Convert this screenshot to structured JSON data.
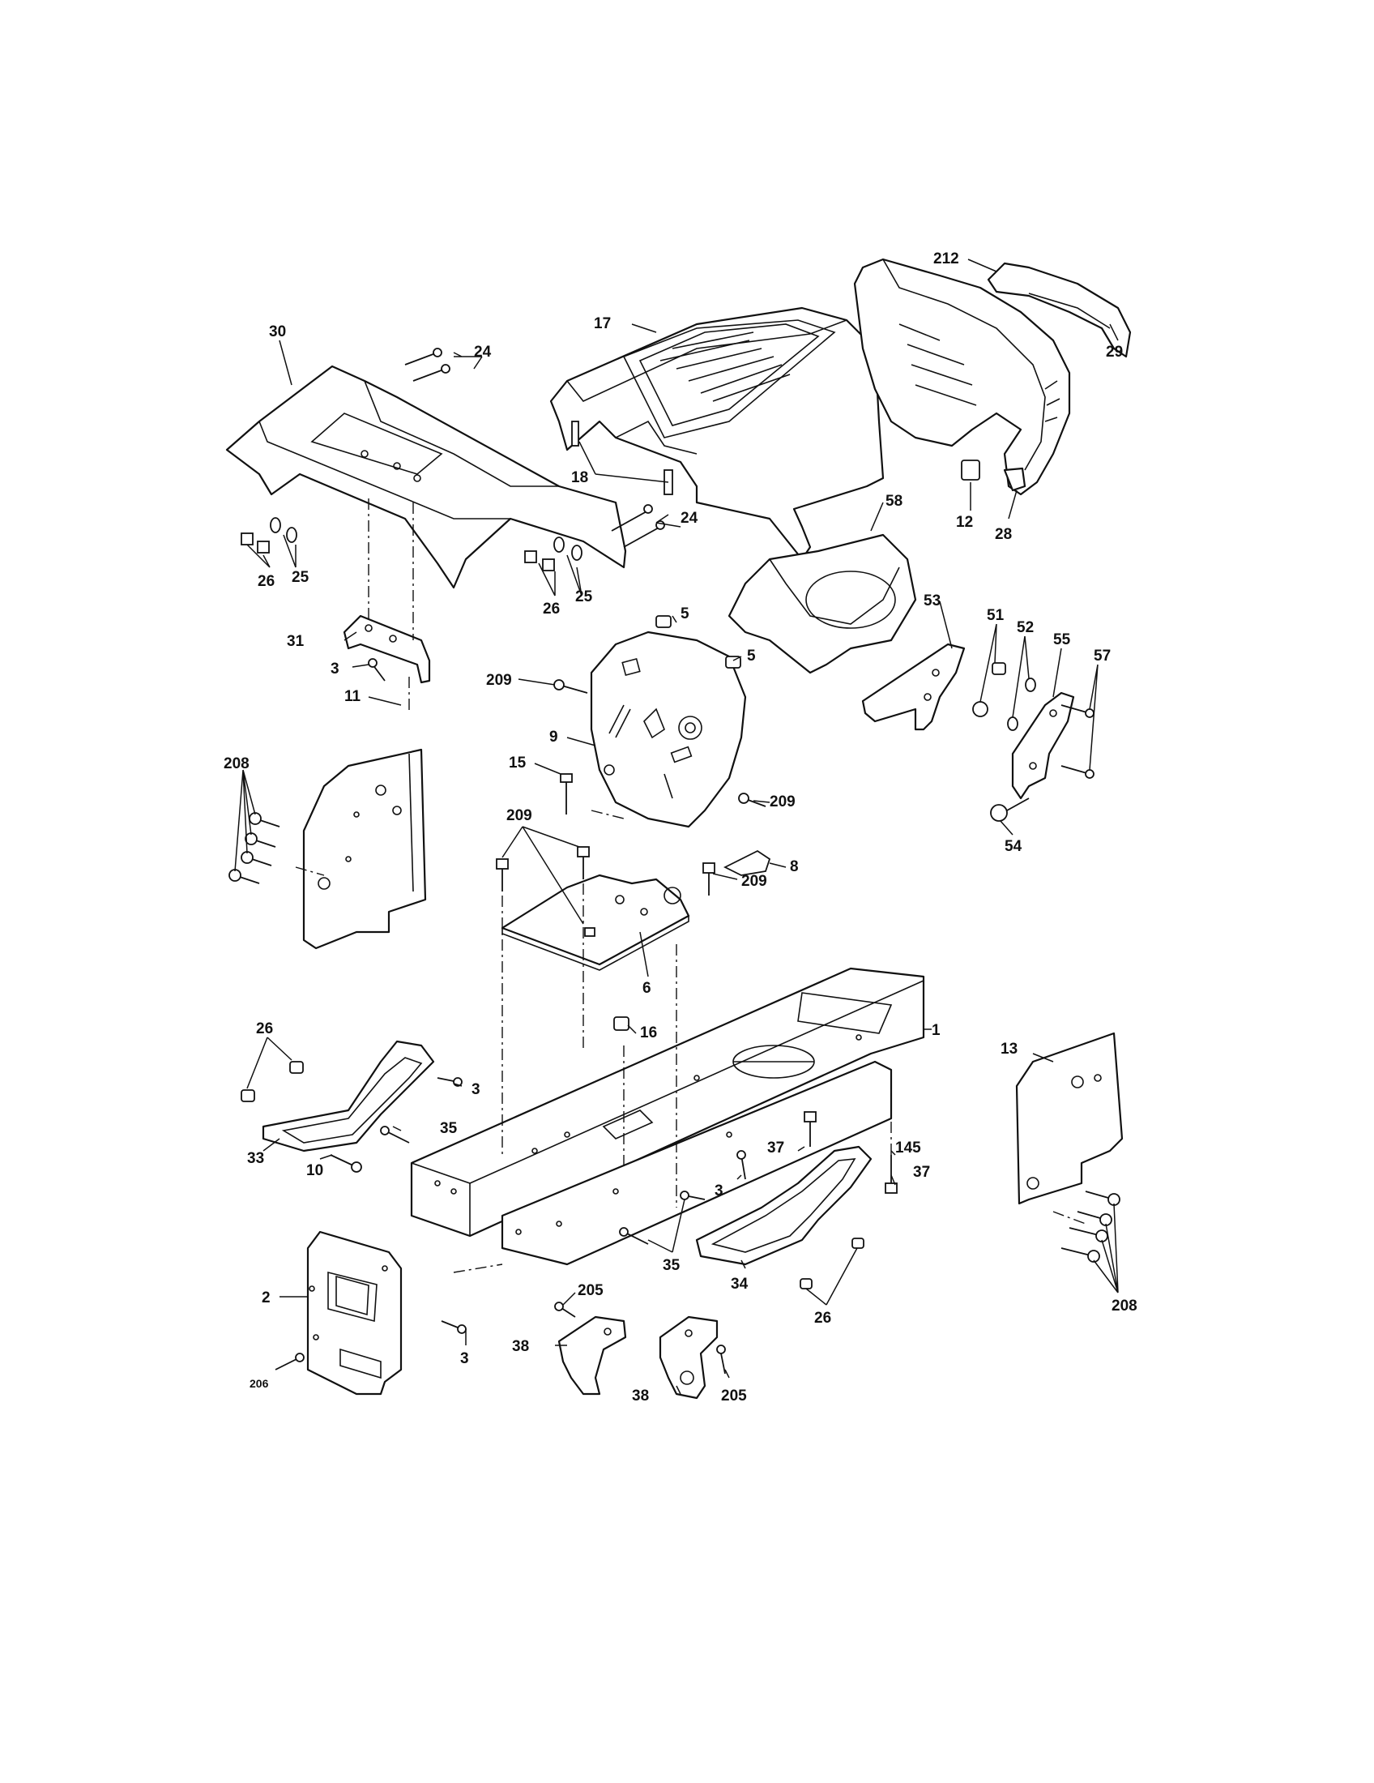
{
  "callouts": {
    "c30": "30",
    "c24a": "24",
    "c17": "17",
    "c212": "212",
    "c29": "29",
    "c18": "18",
    "c24b": "24",
    "c58": "58",
    "c12": "12",
    "c28": "28",
    "c26a": "26",
    "c25a": "25",
    "c26b": "26",
    "c25b": "25",
    "c5a": "5",
    "c5b": "5",
    "c31": "31",
    "c3a": "3",
    "c209a": "209",
    "c53": "53",
    "c51": "51",
    "c52": "52",
    "c55": "55",
    "c57": "57",
    "c9": "9",
    "c11": "11",
    "c208a": "208",
    "c15": "15",
    "c209b": "209",
    "c54": "54",
    "c209c": "209",
    "c8": "8",
    "c209d": "209",
    "c6": "6",
    "c16": "16",
    "c1": "1",
    "c26c": "26",
    "c3b": "3",
    "c13": "13",
    "c35a": "35",
    "c33": "33",
    "c10": "10",
    "c37a": "37",
    "c145": "145",
    "c37b": "37",
    "c3c": "3",
    "c35b": "35",
    "c34": "34",
    "c26d": "26",
    "c2": "2",
    "c205a": "205",
    "c38a": "38",
    "c206": "206",
    "c3d": "3",
    "c38b": "38",
    "c205b": "205",
    "c208b": "208"
  }
}
